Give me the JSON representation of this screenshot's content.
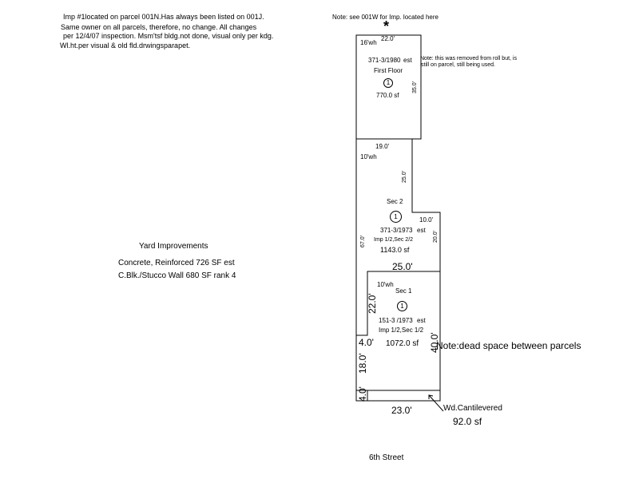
{
  "header_note": {
    "lines": [
      "Imp #1located on parcel 001N.Has always been listed on 001J.",
      "Same owner on all parcels, therefore, no change. All changes",
      "per 12/4/07 inspection. Msm'tsf bldg.not done, visual only per kdg.",
      "Wl.ht.per visual & old fld.drwingsparapet."
    ]
  },
  "top_note": {
    "text": "Note: see 001W for Imp. located here",
    "marker": "*"
  },
  "first_floor": {
    "height_label": "16'wh",
    "width_label": "22.0'",
    "code": "371-3/1980",
    "est": "est",
    "name": "First Floor",
    "number": "1",
    "area": "770.0 sf",
    "side_label": "35.0'"
  },
  "removed_note": {
    "lines": [
      "Note: this was removed from roll but, is",
      "still on parcel, still being used."
    ]
  },
  "sec2": {
    "top_label": "19.0'",
    "height_label": "10'wh",
    "side_label": "25.0'",
    "name": "Sec 2",
    "number": "1",
    "step_label": "10.0'",
    "code": "371-3/1973",
    "est": "est",
    "right_label": "20.0'",
    "left_label": "67.0'",
    "imp": "Imp 1/2,Sec 2/2",
    "area": "1143.0 sf"
  },
  "sec1": {
    "top_label": "25.0'",
    "height_label": "10'wh",
    "name": "Sec 1",
    "left_label": "22.0'",
    "number": "1",
    "code": "151-3 /1973",
    "est": "est",
    "imp": "Imp 1/2,Sec 1/2",
    "notch_label": "4.0'",
    "area": "1072.0 sf",
    "right_label": "40.0'",
    "bottom_left_label": "18.0'"
  },
  "dead_space_note": "Note:dead space between parcels",
  "cantilever": {
    "side_label": "4.0'",
    "width_label": "23.0'",
    "name": "Wd.Cantilevered",
    "area": "92.0 sf"
  },
  "yard": {
    "title": "Yard Improvements",
    "items": [
      "Concrete, Reinforced  726 SF est",
      "C.Blk./Stucco Wall 680 SF rank 4"
    ]
  },
  "street": "6th Street"
}
